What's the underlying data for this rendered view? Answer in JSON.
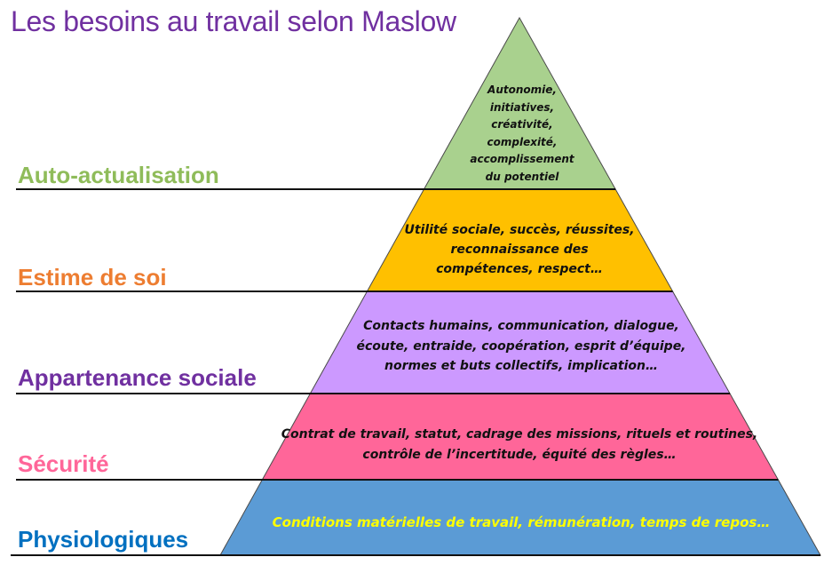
{
  "title": "Les besoins au travail selon Maslow",
  "levels": [
    {
      "label": "Auto-actualisation",
      "label_color": "#8fbc5a",
      "fill": "#a9d18e",
      "text_color": "#111111",
      "lines": [
        "Autonomie,",
        "initiatives,",
        "créativité,",
        "complexité,",
        "accomplissement",
        "du potentiel"
      ]
    },
    {
      "label": "Estime de soi",
      "label_color": "#ed7d31",
      "fill": "#ffc000",
      "text_color": "#111111",
      "lines": [
        "Utilité sociale, succès, réussites,",
        "reconnaissance des",
        "compétences, respect…"
      ]
    },
    {
      "label": "Appartenance sociale",
      "label_color": "#7030a0",
      "fill": "#cc99ff",
      "text_color": "#111111",
      "lines": [
        "Contacts humains, communication, dialogue,",
        "écoute, entraide, coopération, esprit d’équipe,",
        "normes et buts collectifs, implication…"
      ]
    },
    {
      "label": "Sécurité",
      "label_color": "#ff6699",
      "fill": "#ff6699",
      "text_color": "#111111",
      "lines": [
        "Contrat de travail, statut, cadrage des missions, rituels et routines,",
        "contrôle de l’incertitude, équité des règles…"
      ]
    },
    {
      "label": "Physiologiques",
      "label_color": "#0070c0",
      "fill": "#5b9bd5",
      "text_color": "#ffff00",
      "lines": [
        "Conditions matérielles de travail, rémunération, temps de repos…"
      ]
    }
  ]
}
